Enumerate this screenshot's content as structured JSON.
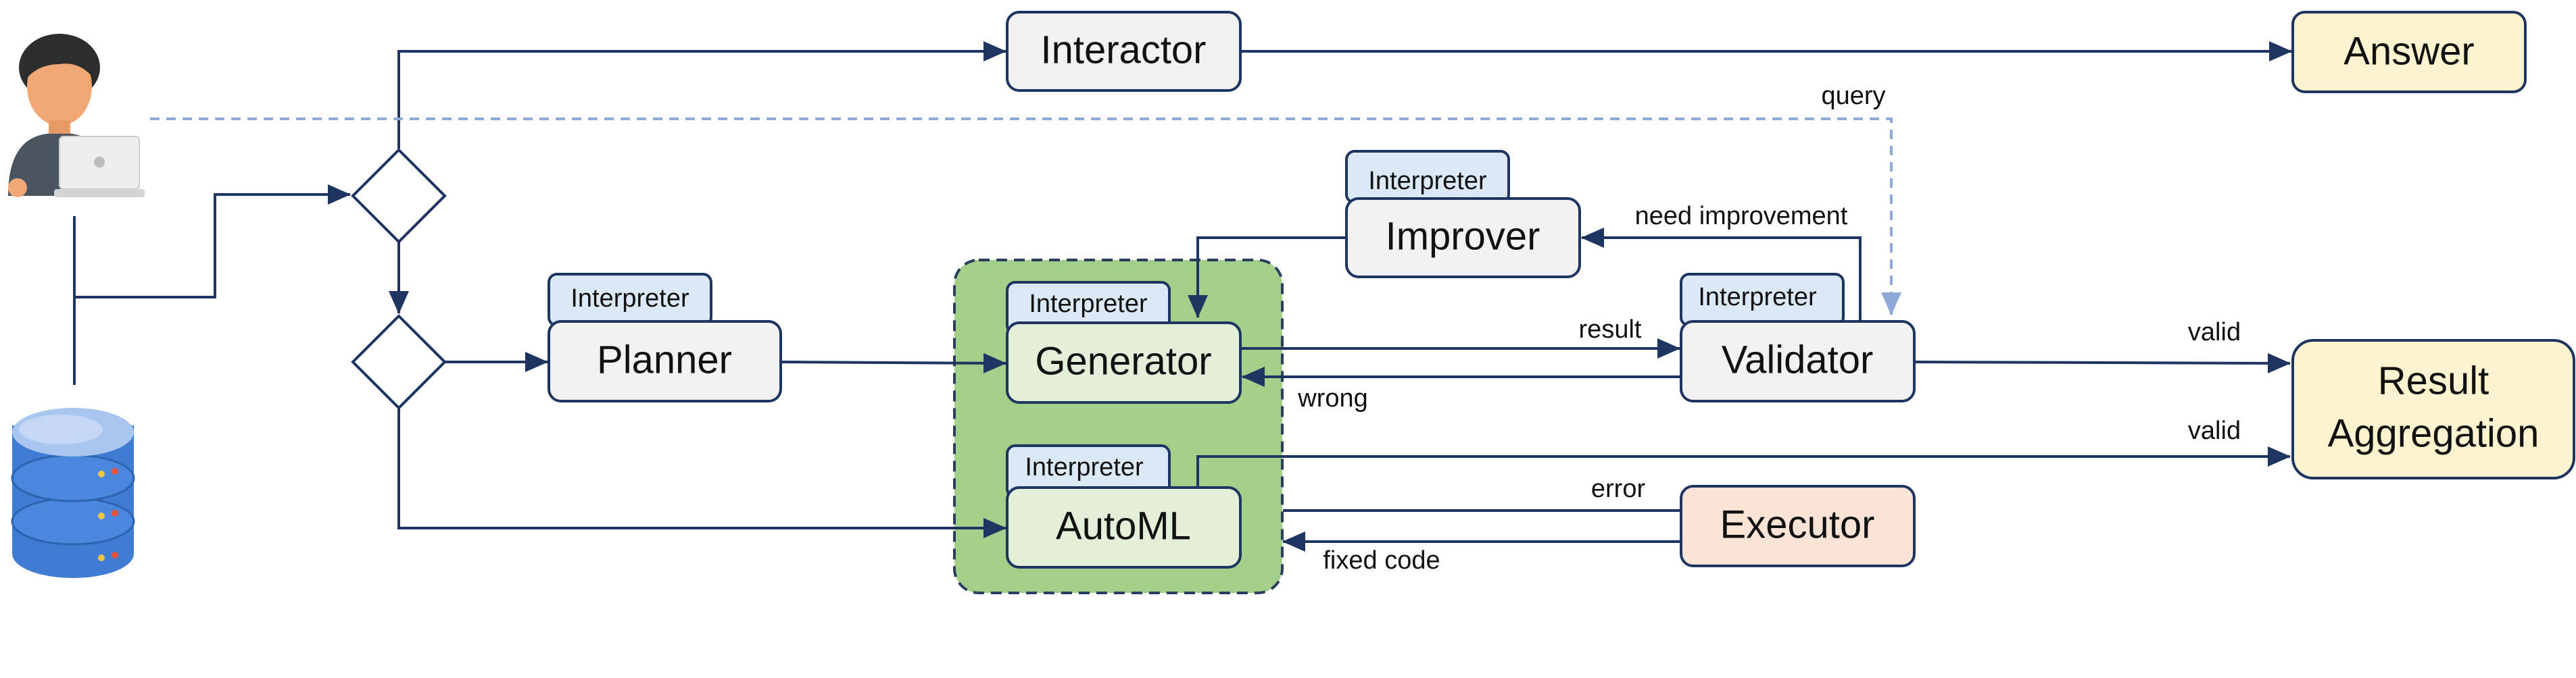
{
  "nodes": {
    "interactor": "Interactor",
    "answer": "Answer",
    "improver": "Improver",
    "planner": "Planner",
    "generator": "Generator",
    "validator": "Validator",
    "automl": "AutoML",
    "executor": "Executor",
    "result_line1": "Result",
    "result_line2": "Aggregation"
  },
  "tabs": {
    "interpreter": "Interpreter"
  },
  "edges": {
    "query": "query",
    "need_improvement": "need improvement",
    "result": "result",
    "wrong": "wrong",
    "valid_validator": "valid",
    "valid_automl": "valid",
    "error": "error",
    "fixed_code": "fixed code"
  },
  "icons": {
    "user": "user-with-laptop-icon",
    "database": "database-icon"
  },
  "colors": {
    "edge": "#1e3461",
    "node_fill": "#f2f2f2",
    "tab_fill": "#dbe8f5",
    "green_node_fill": "#e3efd8",
    "group_fill": "#a3cf8a",
    "answer_fill": "#fdf3cf",
    "executor_fill": "#fbe4d5",
    "query_dashed": "#8ea9d8"
  }
}
